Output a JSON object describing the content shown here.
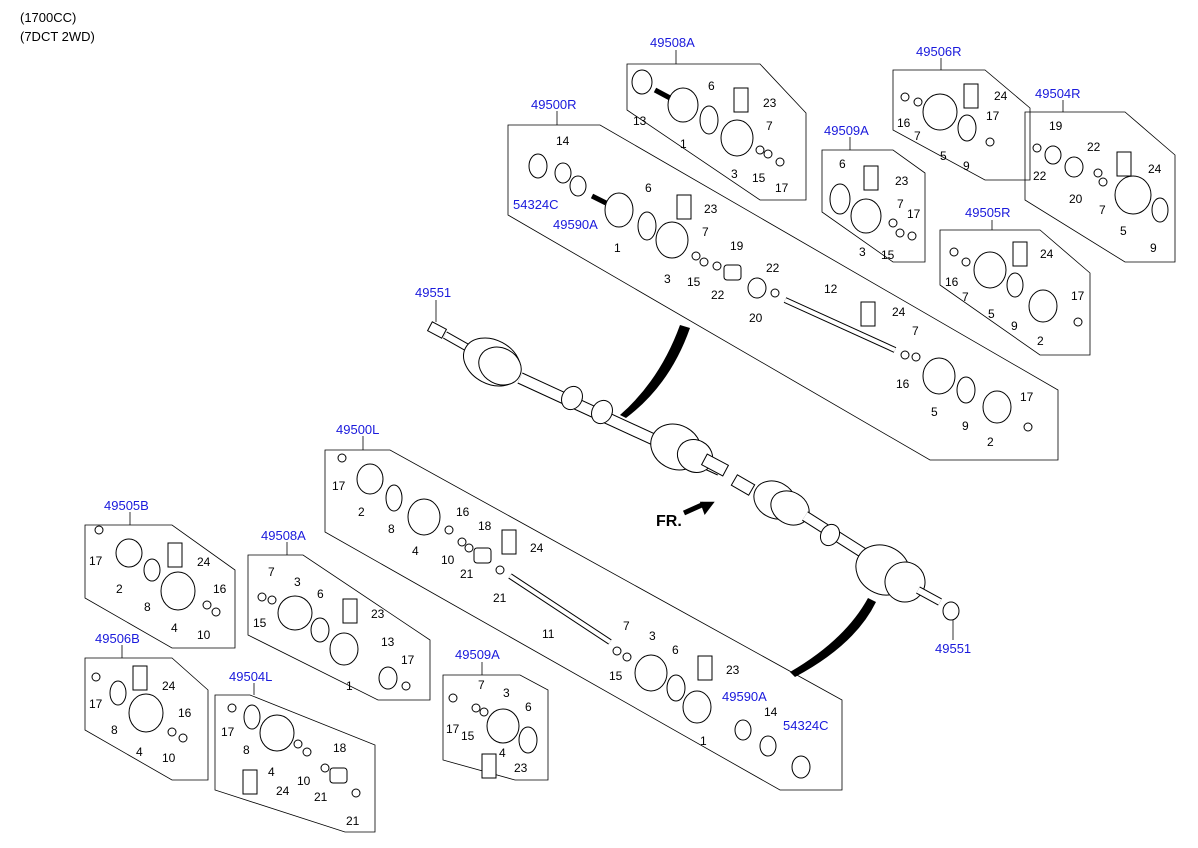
{
  "header": {
    "line1": "(1700CC)",
    "line2": "(7DCT 2WD)"
  },
  "direction": "FR.",
  "refs": {
    "r49508A_top": "49508A",
    "r49506R": "49506R",
    "r49504R": "49504R",
    "r49500R": "49500R",
    "r49509A_top": "49509A",
    "r49505R": "49505R",
    "r54324C_top": "54324C",
    "r49590A_top": "49590A",
    "r49551_left": "49551",
    "r49551_right": "49551",
    "r49500L": "49500L",
    "r49505B": "49505B",
    "r49508A_bot": "49508A",
    "r49506B": "49506B",
    "r49504L": "49504L",
    "r49509A_bot": "49509A",
    "r49590A_bot": "49590A",
    "r54324C_bot": "54324C"
  },
  "nums": {
    "n1": "1",
    "n2": "2",
    "n3": "3",
    "n4": "4",
    "n5": "5",
    "n6": "6",
    "n7": "7",
    "n8": "8",
    "n9": "9",
    "n10": "10",
    "n11": "11",
    "n12": "12",
    "n13": "13",
    "n14": "14",
    "n15": "15",
    "n16": "16",
    "n17": "17",
    "n18": "18",
    "n19": "19",
    "n20": "20",
    "n21": "21",
    "n22": "22",
    "n23": "23",
    "n24": "24"
  }
}
